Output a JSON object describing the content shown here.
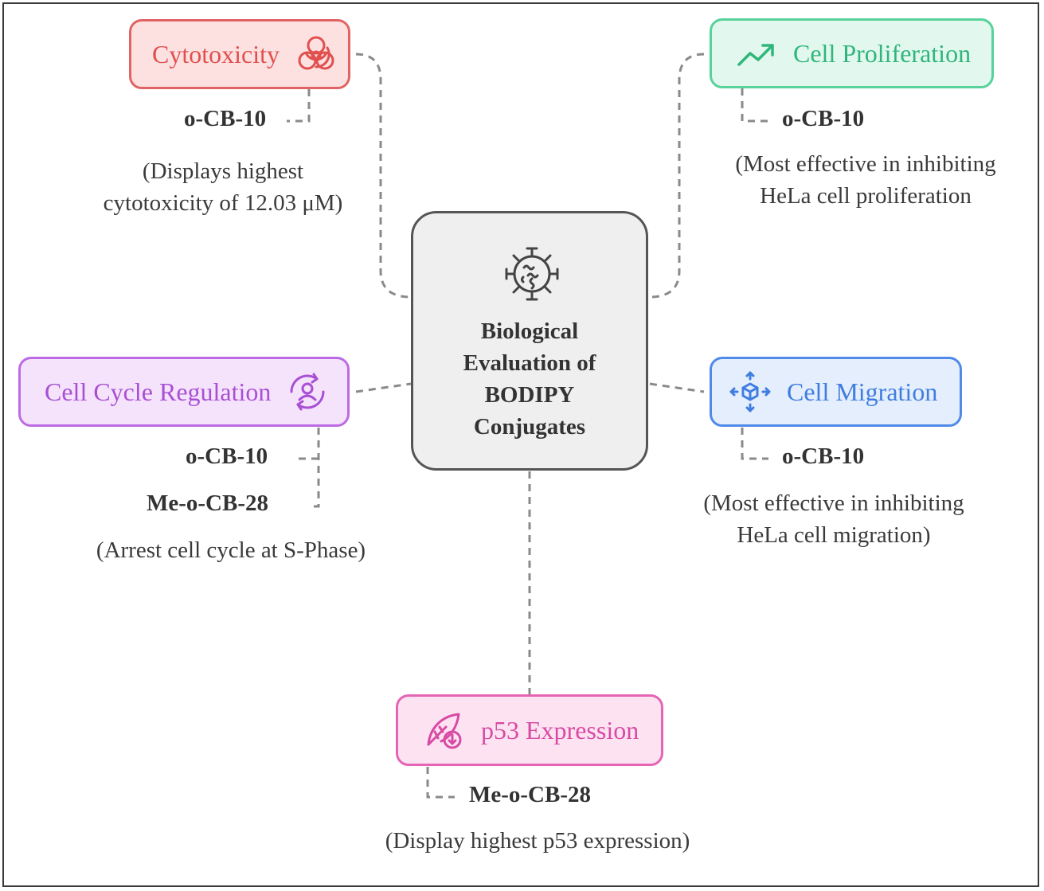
{
  "center": {
    "title_lines": [
      "Biological",
      "Evaluation of",
      "BODIPY",
      "Conjugates"
    ],
    "icon": "virus-icon"
  },
  "nodes": {
    "cytotoxicity": {
      "label": "Cytotoxicity",
      "icon": "biohazard-icon",
      "compounds": [
        "o-CB-10"
      ],
      "description": [
        "(Displays highest",
        "cytotoxicity of 12.03 μM)"
      ],
      "color": "#e0504f"
    },
    "cell_proliferation": {
      "label": "Cell Proliferation",
      "icon": "trending-up-icon",
      "compounds": [
        "o-CB-10"
      ],
      "description": [
        "(Most effective in inhibiting",
        "HeLa cell proliferation"
      ],
      "color": "#2fb67a"
    },
    "cell_cycle": {
      "label": "Cell Cycle Regulation",
      "icon": "user-cycle-icon",
      "compounds": [
        "o-CB-10",
        "Me-o-CB-28"
      ],
      "description": [
        "(Arrest cell cycle at S-Phase)"
      ],
      "color": "#a84fd4"
    },
    "cell_migration": {
      "label": "Cell Migration",
      "icon": "move-cube-icon",
      "compounds": [
        "o-CB-10"
      ],
      "description": [
        "(Most effective in inhibiting",
        "HeLa cell migration)"
      ],
      "color": "#3f7de0"
    },
    "p53_expression": {
      "label": "p53 Expression",
      "icon": "leaf-download-icon",
      "compounds": [
        "Me-o-CB-28"
      ],
      "description": [
        "(Display highest p53 expression)"
      ],
      "color": "#d84aa3"
    }
  }
}
